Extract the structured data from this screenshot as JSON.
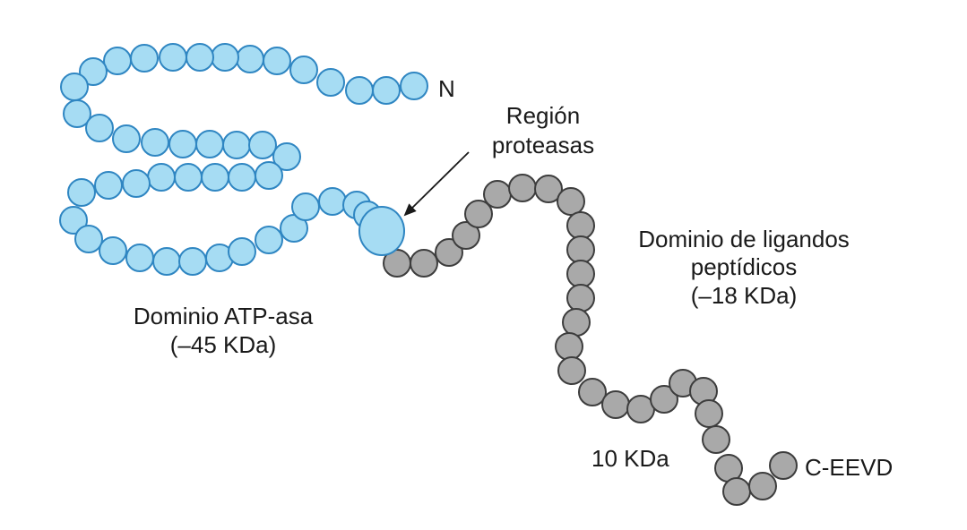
{
  "colors": {
    "atpase_domain": "#a6dcf3",
    "atpase_stroke": "#2f86c2",
    "peptide_domain": "#a9a9a9",
    "peptide_stroke": "#3d3d3d",
    "text": "#1a1a1a"
  },
  "labels": {
    "n_terminus": "N",
    "protease_region_line1": "Región",
    "protease_region_line2": "proteasas",
    "peptide_domain_line1": "Dominio de ligandos",
    "peptide_domain_line2": "peptídicos",
    "peptide_domain_line3": "(–18 KDa)",
    "atpase_domain_line1": "Dominio ATP-asa",
    "atpase_domain_line2": "(–45 KDa)",
    "ten_kda": "10 KDa",
    "c_terminus": "C-EEVD"
  }
}
